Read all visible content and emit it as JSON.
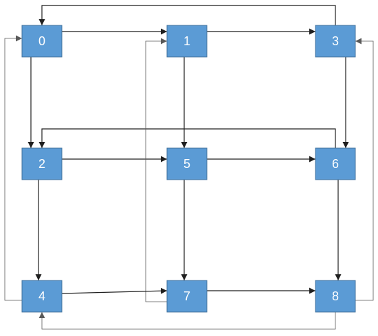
{
  "colors": {
    "node_fill": "#5b9bd5",
    "node_text": "#ffffff",
    "edge_dark": "#1f1f1f",
    "edge_light": "#595959"
  },
  "nodes": [
    {
      "id": "0",
      "label": "0"
    },
    {
      "id": "1",
      "label": "1"
    },
    {
      "id": "3",
      "label": "3"
    },
    {
      "id": "2",
      "label": "2"
    },
    {
      "id": "5",
      "label": "5"
    },
    {
      "id": "6",
      "label": "6"
    },
    {
      "id": "4",
      "label": "4"
    },
    {
      "id": "7",
      "label": "7"
    },
    {
      "id": "8",
      "label": "8"
    }
  ],
  "edges": [
    {
      "from": "0",
      "to": "1"
    },
    {
      "from": "1",
      "to": "3"
    },
    {
      "from": "3",
      "to": "0"
    },
    {
      "from": "0",
      "to": "2"
    },
    {
      "from": "1",
      "to": "5"
    },
    {
      "from": "3",
      "to": "6"
    },
    {
      "from": "6",
      "to": "2"
    },
    {
      "from": "2",
      "to": "5"
    },
    {
      "from": "5",
      "to": "6"
    },
    {
      "from": "2",
      "to": "4"
    },
    {
      "from": "5",
      "to": "7"
    },
    {
      "from": "6",
      "to": "8"
    },
    {
      "from": "4",
      "to": "0"
    },
    {
      "from": "7",
      "to": "1"
    },
    {
      "from": "4",
      "to": "7"
    },
    {
      "from": "7",
      "to": "8"
    },
    {
      "from": "8",
      "to": "3"
    },
    {
      "from": "8",
      "to": "4"
    }
  ]
}
